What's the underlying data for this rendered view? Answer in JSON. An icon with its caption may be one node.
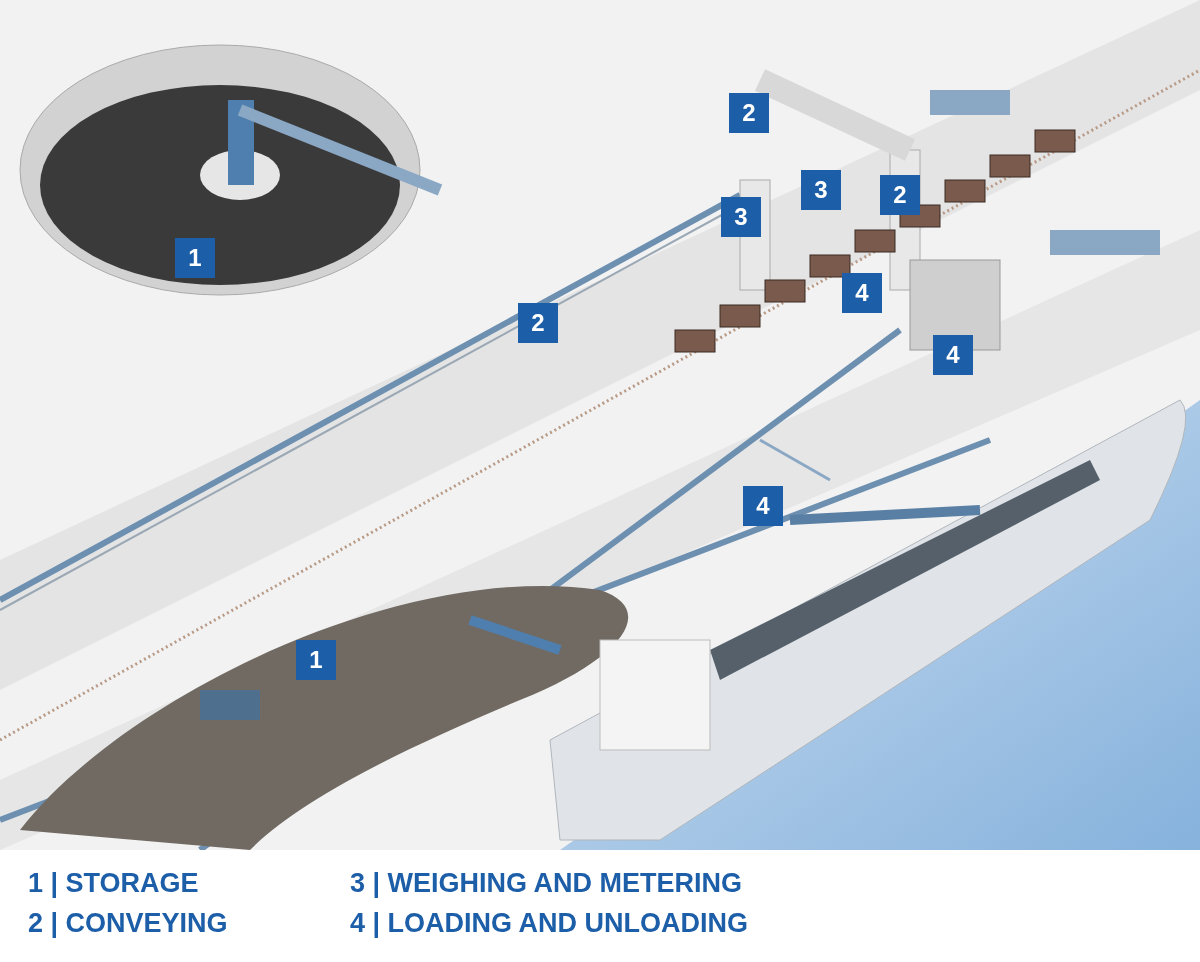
{
  "diagram": {
    "labels": [
      "2",
      "3",
      "2",
      "3",
      "1",
      "2",
      "4",
      "4",
      "4",
      "1",
      "1 | STORAGE",
      "3 | WEIGHING AND METERING",
      "2 | CONVEYING",
      "4 | LOADING AND UNLOADING"
    ]
  }
}
